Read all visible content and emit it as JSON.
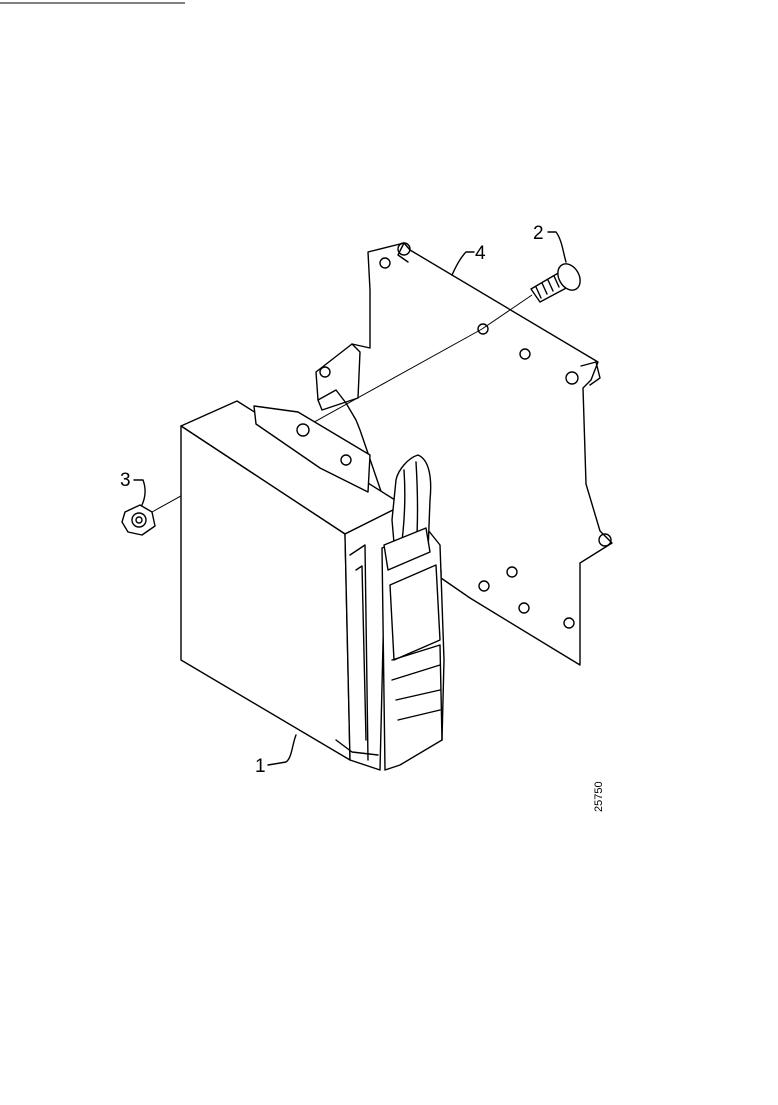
{
  "diagram": {
    "callouts": [
      {
        "id": "1",
        "label": "1"
      },
      {
        "id": "2",
        "label": "2"
      },
      {
        "id": "3",
        "label": "3"
      },
      {
        "id": "4",
        "label": "4"
      }
    ],
    "reference_code": "25750"
  },
  "colors": {
    "line": "#000000",
    "background": "#ffffff"
  }
}
